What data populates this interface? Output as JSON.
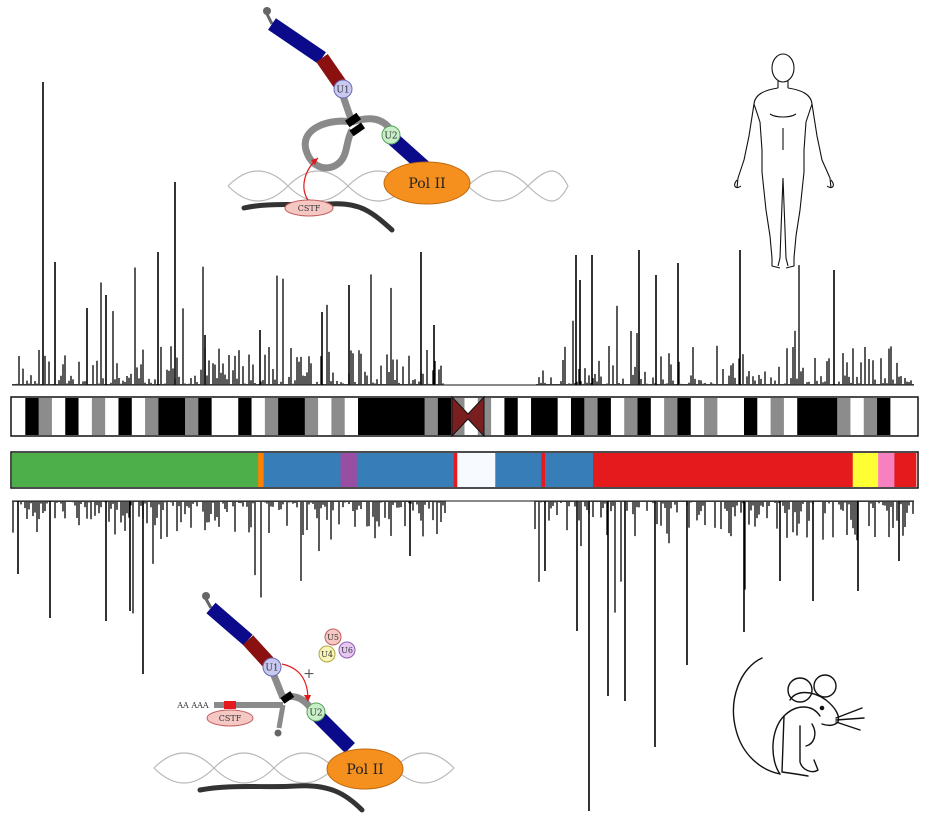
{
  "top_diagram": {
    "polymerase_label": "Pol II",
    "snrnp_labels": [
      "U1",
      "U2"
    ],
    "factor_label": "CSTF"
  },
  "bottom_diagram": {
    "polymerase_label": "Pol II",
    "snrnp_labels": [
      "U1",
      "U2"
    ],
    "free_snrnp_labels": [
      "U5",
      "U4",
      "U6"
    ],
    "plus_sign": "+",
    "factor_label": "CSTF",
    "polya_label": "AA AAA"
  },
  "organisms": [
    "human-figure",
    "mouse-figure"
  ],
  "tracks": {
    "human_signal_direction": "up",
    "mouse_signal_direction": "down",
    "centromere_color": "#7a1f1f",
    "ideogram_bands": [
      "w",
      "k",
      "g",
      "w",
      "k",
      "w",
      "g",
      "w",
      "k",
      "w",
      "g",
      "k",
      "k",
      "g",
      "k",
      "w",
      "w",
      "k",
      "w",
      "g",
      "k",
      "k",
      "g",
      "w",
      "g",
      "w",
      "k",
      "k",
      "k",
      "k",
      "k",
      "g",
      "k",
      "g",
      "w",
      "g",
      "w",
      "k",
      "w",
      "k",
      "k",
      "w",
      "k",
      "g",
      "k",
      "w",
      "g",
      "k",
      "w",
      "g",
      "k",
      "w",
      "g",
      "w",
      "w",
      "k",
      "w",
      "g",
      "w",
      "k",
      "k",
      "k",
      "g",
      "w",
      "g",
      "k",
      "w",
      "w"
    ],
    "synteny_blocks": [
      {
        "color": "#4daf4a",
        "fraction": 0.272
      },
      {
        "color": "#ff7f00",
        "fraction": 0.006
      },
      {
        "color": "#377eb8",
        "fraction": 0.085
      },
      {
        "color": "#984ea3",
        "fraction": 0.018
      },
      {
        "color": "#377eb8",
        "fraction": 0.107
      },
      {
        "color": "#e41a1c",
        "fraction": 0.004
      },
      {
        "color": "#f7fbff",
        "fraction": 0.042
      },
      {
        "color": "#377eb8",
        "fraction": 0.051
      },
      {
        "color": "#e41a1c",
        "fraction": 0.004
      },
      {
        "color": "#377eb8",
        "fraction": 0.053
      },
      {
        "color": "#e41a1c",
        "fraction": 0.287
      },
      {
        "color": "#ffff33",
        "fraction": 0.028
      },
      {
        "color": "#f781bf",
        "fraction": 0.018
      },
      {
        "color": "#e41a1c",
        "fraction": 0.024
      }
    ]
  }
}
